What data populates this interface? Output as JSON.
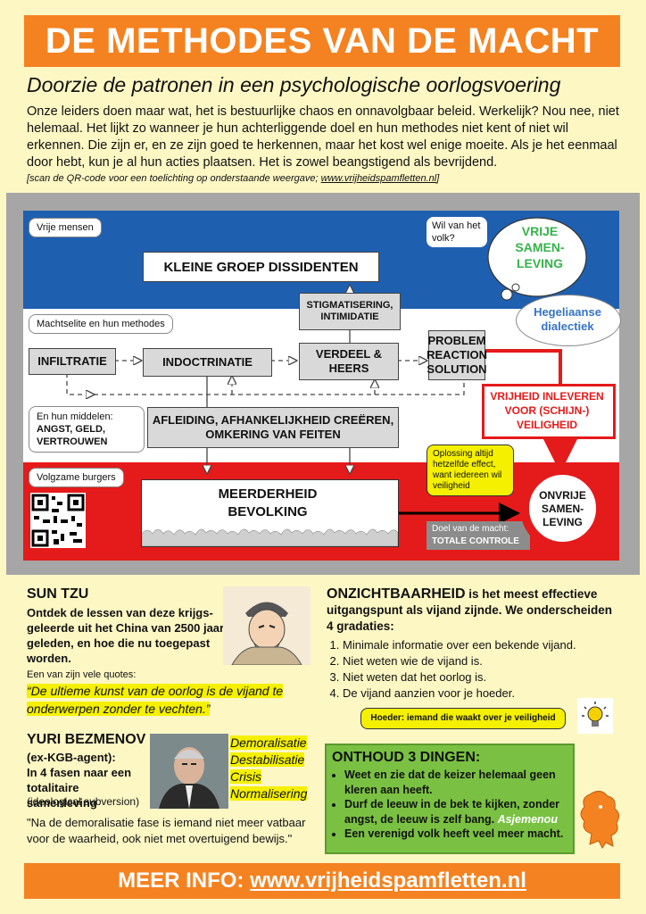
{
  "header": {
    "title": "DE METHODES VAN DE MACHT",
    "subtitle": "Doorzie de patronen in een psychologische oorlogsvoering",
    "intro": "Onze leiders doen maar wat, het is bestuurlijke chaos en onnavolgbaar beleid. Werkelijk? Nou nee, niet helemaal. Het lijkt zo wanneer je hun achterliggende doel en hun methodes niet kent of niet wil erkennen. Die zijn er, en ze zijn goed te herkennen, maar het kost wel enige moeite. Als je het eenmaal door hebt, kun je al hun acties plaatsen. Het is zowel beangstigend als bevrijdend.",
    "source_prefix": "[scan de QR-code voor een toelichting op onderstaande weergave; ",
    "source_link": "www.vrijheidspamfletten.nl",
    "source_suffix": "]"
  },
  "diagram": {
    "zone_free": "Vrije mensen",
    "zone_elite": "Machtselite en hun methodes",
    "zone_obedient": "Volgzame burgers",
    "dissidents": "KLEINE GROEP DISSIDENTEN",
    "bubble_question": "Wil van het volk?",
    "free_society": "VRIJE SAMEN-LEVING",
    "hegelian": "Hegeliaanse dialectiek",
    "stigma": "STIGMATISERING, INTIMIDATIE",
    "infiltration": "INFILTRATIE",
    "indoctrination": "INDOCTRINATIE",
    "divide": "VERDEEL & HEERS",
    "problem": "PROBLEM REACTION SOLUTION",
    "freedom_trade": "VRIJHEID INLEVEREN VOOR (SCHIJN-) VEILIGHEID",
    "means_label": "En hun middelen:",
    "means": "ANGST, GELD, VERTROUWEN",
    "distraction": "AFLEIDING, AFHANKELIJKHEID CREËREN, OMKERING VAN FEITEN",
    "solution_note": "Oplossing altijd hetzelfde effect, want iedereen wil veiligheid",
    "majority": "MEERDERHEID BEVOLKING",
    "goal_label": "Doel van de macht:",
    "goal": "TOTALE CONTROLE",
    "unfree": "ONVRIJE SAMEN-LEVING"
  },
  "sun_tzu": {
    "title": "SUN TZU",
    "text": "Ontdek de lessen van deze krijgs-geleerde uit het China van 2500 jaar geleden, en hoe die nu toegepast worden.",
    "quote_intro": "Een van zijn vele quotes:",
    "quote": "“De ultieme kunst van de oorlog is de vijand te onderwerpen zonder te vechten.”"
  },
  "invisibility": {
    "title_bold": "ONZICHTBAARHEID",
    "title_rest": " is het meest effectieve uitgangspunt als vijand zijnde. We onderscheiden 4 gradaties:",
    "items": [
      "Minimale informatie over een bekende vijand.",
      "Niet weten wie de vijand is.",
      "Niet weten dat het oorlog is.",
      "De vijand aanzien voor je hoeder."
    ],
    "hoeder_note": "Hoeder: iemand die waakt over je veiligheid"
  },
  "bezmenov": {
    "title": "YURI BEZMENOV",
    "sub": "(ex-KGB-agent):",
    "phases": "In 4 fasen naar een totalitaire samenleving",
    "note": "(ideological subversion)",
    "stages": [
      "Demoralisatie",
      "Destabilisatie",
      "Crisis",
      "Normalisering"
    ],
    "quote": "\"Na de demoralisatie fase is iemand niet meer vatbaar voor de waarheid, ook niet met overtuigend bewijs.\""
  },
  "remember": {
    "title": "ONTHOUD 3 DINGEN:",
    "items": [
      "Weet en zie dat de keizer helemaal geen kleren aan heeft.",
      "Durf de leeuw in de bek te kijken, zonder angst, de leeuw is zelf bang.",
      "Een verenigd volk heeft veel meer macht."
    ],
    "signature": "Asjemenou"
  },
  "footer": {
    "prefix": "MEER INFO: ",
    "link": "www.vrijheidspamfletten.nl"
  }
}
